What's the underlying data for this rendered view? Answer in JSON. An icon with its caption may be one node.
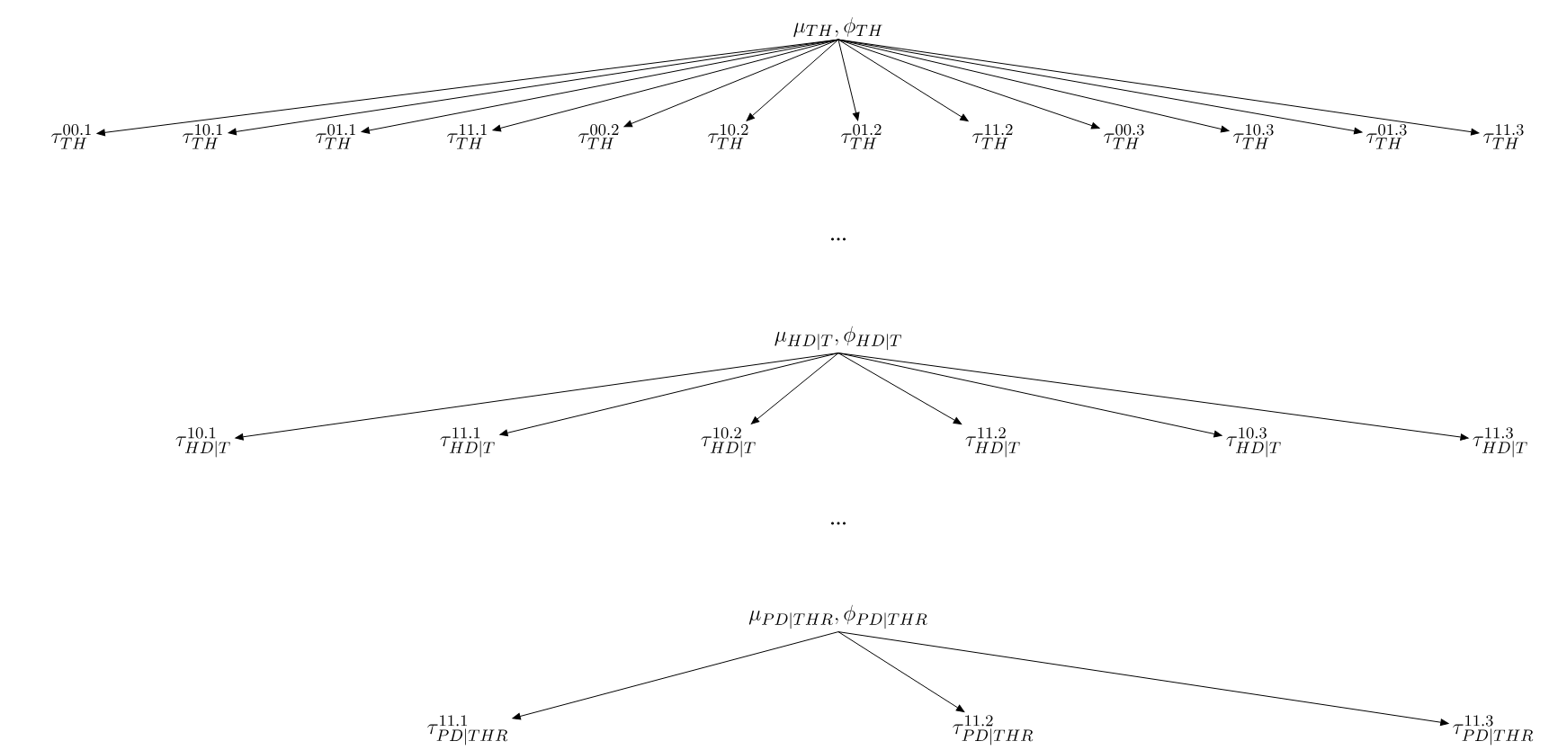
{
  "diagram": {
    "nodes": [
      {
        "text": [
          "\\mu_{TH}, \\phi_{TH}"
        ]
      },
      {
        "text": [
          "\\tau_{TH}^{00.1}"
        ]
      },
      {
        "text": [
          "\\tau_{TH}^{10.1}"
        ]
      },
      {
        "text": [
          "\\tau_{TH}^{01.1}"
        ]
      },
      {
        "text": [
          "\\tau_{TH}^{11.1}"
        ]
      },
      {
        "text": [
          "\\tau_{TH}^{00.2}"
        ]
      },
      {
        "text": [
          "\\tau_{TH}^{10.2}"
        ]
      },
      {
        "text": [
          "\\tau_{TH}^{01.2}"
        ]
      },
      {
        "text": [
          "\\tau_{TH}^{11.2}"
        ]
      },
      {
        "text": [
          "\\tau_{TH}^{00.3}"
        ]
      },
      {
        "text": [
          "\\tau_{TH}^{10.3}"
        ]
      },
      {
        "text": [
          "\\tau_{TH}^{01.3}"
        ]
      },
      {
        "text": [
          "\\tau_{TH}^{11.3}"
        ]
      },
      {
        "text": [
          "\\mu_{HD|T}, \\phi_{HD|T}"
        ]
      },
      {
        "text": [
          "\\tau_{HD|T}^{10.1}"
        ]
      },
      {
        "text": [
          "\\tau_{HD|T}^{11.1}"
        ]
      },
      {
        "text": [
          "\\tau_{HD|T}^{10.2}"
        ]
      },
      {
        "text": [
          "\\tau_{HD|T}^{11.2}"
        ]
      },
      {
        "text": [
          "\\tau_{HD|T}^{10.3}"
        ]
      },
      {
        "text": [
          "\\tau_{HD|T}^{11.3}"
        ]
      },
      {
        "text": [
          "\\mu_{PD|THR}, \\phi_{PD|THR}"
        ]
      },
      {
        "text": [
          "\\tau_{PD|THR}^{11.1}"
        ]
      },
      {
        "text": [
          "\\tau_{PD|THR}^{11.2}"
        ]
      },
      {
        "text": [
          "\\tau_{PD|THR}^{11.3}"
        ]
      }
    ],
    "edges": [
      {
        "from": 0,
        "to": 1,
        "arrow": "to"
      },
      {
        "from": 0,
        "to": 2,
        "arrow": "to"
      },
      {
        "from": 0,
        "to": 3,
        "arrow": "to"
      },
      {
        "from": 0,
        "to": 4,
        "arrow": "to"
      },
      {
        "from": 0,
        "to": 5,
        "arrow": "to"
      },
      {
        "from": 0,
        "to": 6,
        "arrow": "to"
      },
      {
        "from": 0,
        "to": 7,
        "arrow": "to"
      },
      {
        "from": 0,
        "to": 8,
        "arrow": "to"
      },
      {
        "from": 0,
        "to": 9,
        "arrow": "to"
      },
      {
        "from": 0,
        "to": 10,
        "arrow": "to"
      },
      {
        "from": 0,
        "to": 11,
        "arrow": "to"
      },
      {
        "from": 0,
        "to": 12,
        "arrow": "to"
      },
      {
        "from": 13,
        "to": 14,
        "arrow": "to"
      },
      {
        "from": 13,
        "to": 15,
        "arrow": "to"
      },
      {
        "from": 13,
        "to": 16,
        "arrow": "to"
      },
      {
        "from": 13,
        "to": 17,
        "arrow": "to"
      },
      {
        "from": 13,
        "to": 18,
        "arrow": "to"
      },
      {
        "from": 13,
        "to": 19,
        "arrow": "to"
      },
      {
        "from": 20,
        "to": 21,
        "arrow": "to"
      },
      {
        "from": 20,
        "to": 22,
        "arrow": "to"
      },
      {
        "from": 20,
        "to": 23,
        "arrow": "to"
      }
    ],
    "labels": [
      "...",
      "..."
    ]
  }
}
